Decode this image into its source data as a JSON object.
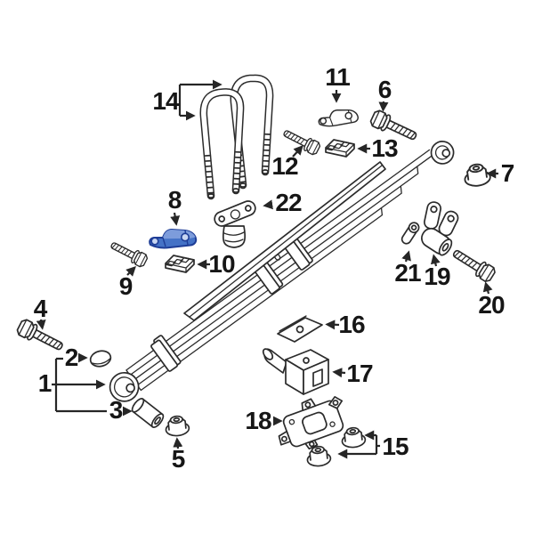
{
  "diagram": {
    "background": "#ffffff",
    "line_color": "#2b2b2b",
    "highlight": {
      "part": "8",
      "fill": "#4472c6",
      "fill_light": "#7d9cdb",
      "outline": "#1e3d96",
      "hole_fill": "#c8d6f2"
    },
    "callouts": {
      "c1": "1",
      "c2": "2",
      "c3": "3",
      "c4": "4",
      "c5": "5",
      "c6": "6",
      "c7": "7",
      "c8": "8",
      "c9": "9",
      "c10": "10",
      "c11": "11",
      "c12": "12",
      "c13": "13",
      "c14": "14",
      "c15": "15",
      "c16": "16",
      "c17": "17",
      "c18": "18",
      "c19": "19",
      "c20": "20",
      "c21": "21",
      "c22": "22"
    }
  }
}
